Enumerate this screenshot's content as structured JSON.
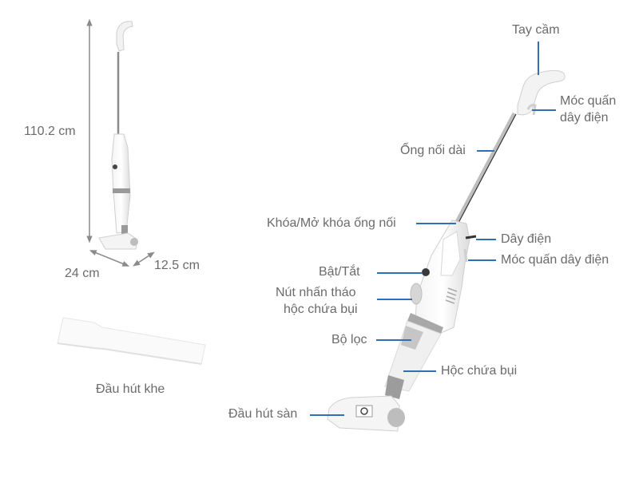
{
  "dimensions": {
    "height": "110.2 cm",
    "length": "24 cm",
    "width": "12.5 cm"
  },
  "accessory": {
    "name": "Đầu hút khe"
  },
  "callouts": {
    "handle": "Tay cầm",
    "cord_hook_top_line1": "Móc quấn",
    "cord_hook_top_line2": "dây điện",
    "extension_tube": "Ống nối dài",
    "tube_lock": "Khóa/Mở khóa ống nối",
    "power_cord": "Dây điện",
    "cord_hook_body": "Móc quấn dây điện",
    "power_switch": "Bật/Tắt",
    "release_button_line1": "Nút nhấn tháo",
    "release_button_line2": "hộc chứa bụi",
    "filter": "Bộ lọc",
    "dust_container": "Hộc chứa bụi",
    "floor_head": "Đầu hút sàn"
  },
  "colors": {
    "callout_line": "#2f6fb7",
    "text": "#6b6b6b",
    "dimension_arrow": "#8a8a8a"
  }
}
